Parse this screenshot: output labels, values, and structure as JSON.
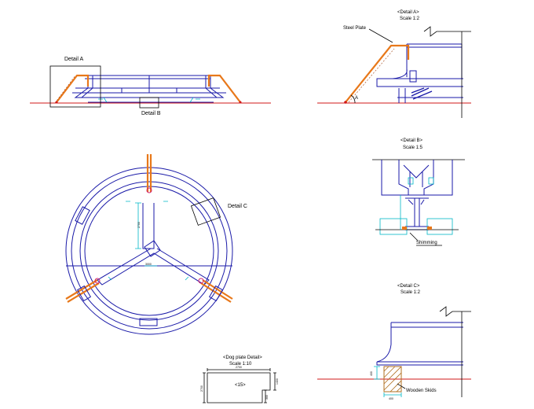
{
  "colors": {
    "structure": "#1a1aa8",
    "ground_line": "#d01818",
    "steel_plate": "#e8781a",
    "dimension": "#00b7c7",
    "skid_hatch": "#b07020"
  },
  "elevation": {
    "callout_detail_a": "Detail A",
    "callout_detail_b": "Detail B"
  },
  "detail_a": {
    "title": "<Detail A>",
    "scale": "Scale 1:2",
    "label_steel_plate": "Steel Plate",
    "angle_marker": "A"
  },
  "plan": {
    "callout_detail_c": "Detail C",
    "dim_arm": "2700",
    "dim_horizontal": "3000"
  },
  "detail_b": {
    "title": "<Detail B>",
    "scale": "Scale 1:5",
    "label_shimming": "Shimming"
  },
  "detail_c": {
    "title": "<Detail C>",
    "scale": "Scale 1:2",
    "label_wooden_skids": "Wooden Skids",
    "dim_height": "400",
    "dim_width": "400"
  },
  "dog_plate": {
    "title": "<Dog plate Detail>",
    "scale": "Scale 1:10",
    "center_label": "<15>",
    "dim_top": "2700",
    "dim_left": "2700",
    "dim_right": "1400",
    "dim_small": "300"
  }
}
